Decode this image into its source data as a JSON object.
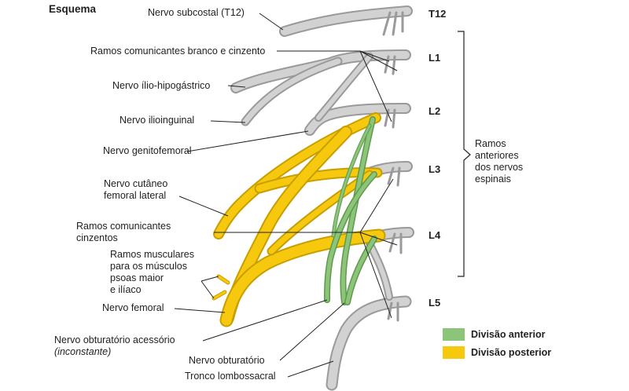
{
  "title": "Esquema",
  "levels": {
    "t12": "T12",
    "l1": "L1",
    "l2": "L2",
    "l3": "L3",
    "l4": "L4",
    "l5": "L5"
  },
  "labels": {
    "subcostal": "Nervo subcostal (T12)",
    "ramos_comunicantes_bc": "Ramos comunicantes branco e cinzento",
    "ilio_hipogastrico": "Nervo ílio-hipogástrico",
    "ilioinguinal": "Nervo ilioinguinal",
    "genitofemoral": "Nervo genitofemoral",
    "cutaneo_line1": "Nervo cutâneo",
    "cutaneo_line2": "femoral lateral",
    "ramos_cinzentos_line1": "Ramos comunicantes",
    "ramos_cinzentos_line2": "cinzentos",
    "musculares_line1": "Ramos musculares",
    "musculares_line2": "para os músculos",
    "musculares_line3": "psoas maior",
    "musculares_line4": "e ilíaco",
    "femoral": "Nervo femoral",
    "obturatorio_acessorio": "Nervo obturatório acessório",
    "inconstante": "(inconstante)",
    "obturatorio": "Nervo obturatório",
    "tronco": "Tronco lombossacral",
    "ramos_anteriores_line1": "Ramos",
    "ramos_anteriores_line2": "anteriores",
    "ramos_anteriores_line3": "dos nervos",
    "ramos_anteriores_line4": "espinais"
  },
  "legend": {
    "anterior": "Divisão anterior",
    "posterior": "Divisão posterior"
  },
  "colors": {
    "anterior": "#8cc47a",
    "posterior": "#f7c90e",
    "nerve_gray": "#c8c8c8"
  }
}
